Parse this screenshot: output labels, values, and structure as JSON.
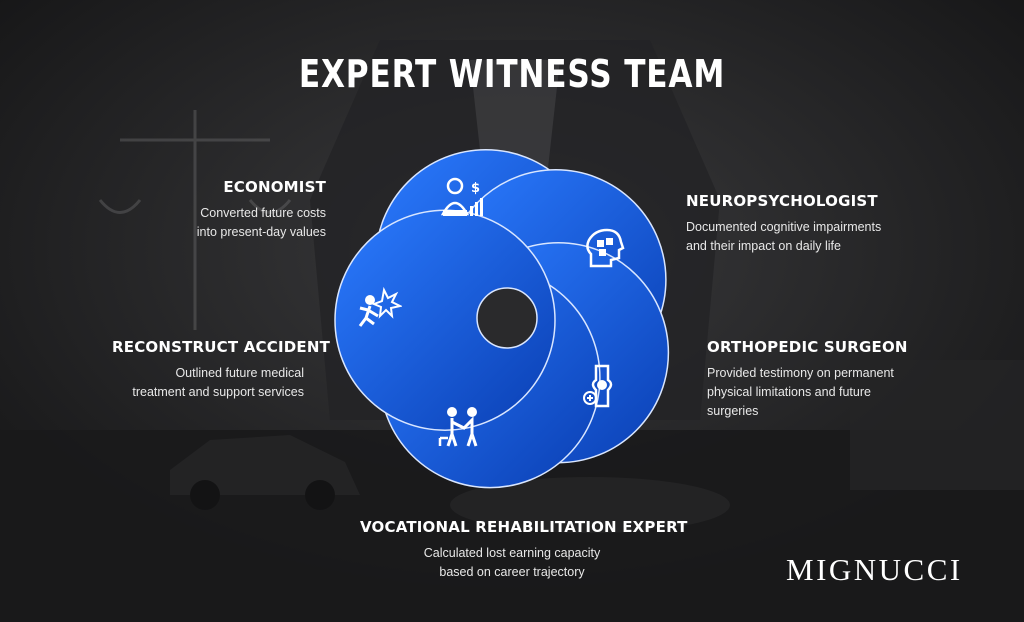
{
  "title": "EXPERT WITNESS TEAM",
  "brand": "MIGNUCCI",
  "colors": {
    "ring_light": "#1e6cf0",
    "ring_dark": "#0a3fb3",
    "background": "#1d1d1f"
  },
  "experts": [
    {
      "name": "ECONOMIST",
      "description": [
        "Converted future costs",
        "into present-day values"
      ],
      "icon": "economist-chart-icon"
    },
    {
      "name": "NEUROPSYCHOLOGIST",
      "description": [
        "Documented cognitive impairments",
        "and their impact on daily life"
      ],
      "icon": "brain-puzzle-icon"
    },
    {
      "name": "ORTHOPEDIC SURGEON",
      "description": [
        "Provided testimony on permanent",
        "physical limitations and future",
        "surgeries"
      ],
      "icon": "knee-joint-icon"
    },
    {
      "name": "VOCATIONAL REHABILITATION EXPERT",
      "description": [
        "Calculated lost earning capacity",
        "based on career trajectory"
      ],
      "icon": "rehab-assist-icon"
    },
    {
      "name": "RECONSTRUCT ACCIDENT",
      "description": [
        "Outlined future medical",
        "treatment and support services"
      ],
      "icon": "accident-impact-icon"
    }
  ]
}
